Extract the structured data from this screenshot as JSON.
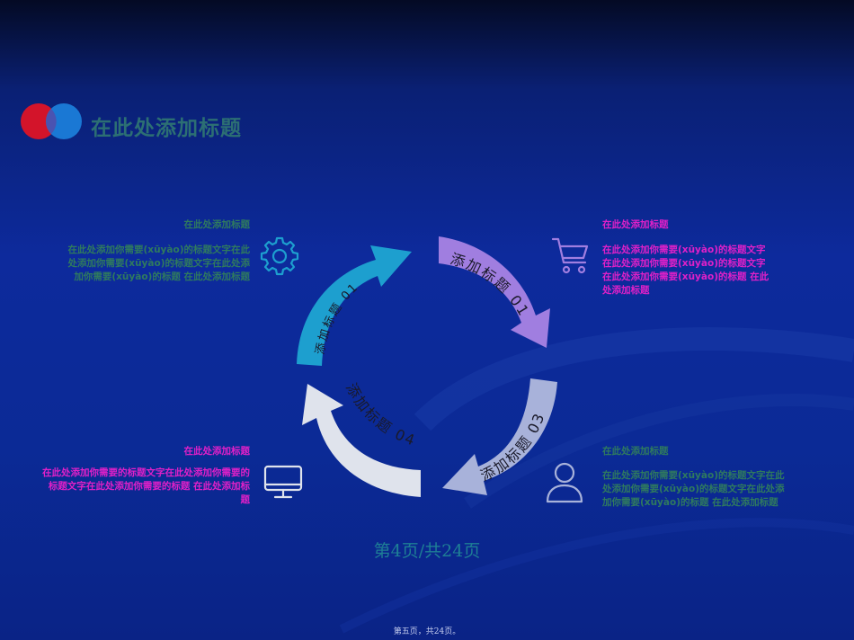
{
  "slide": {
    "title": "在此处添加标题",
    "pagination": "第4页/共24页",
    "footer": "第五页，共24页。"
  },
  "colors": {
    "accent_red": "#d3142a",
    "accent_blue": "#1a78d4",
    "segment_1": "#1d9fcf",
    "segment_2": "#a07ee0",
    "segment_3": "#a8b2da",
    "segment_4": "#dfe3ec"
  },
  "cycle": {
    "segments": [
      {
        "label": "添加标题 01"
      },
      {
        "label": "添加标题 01"
      },
      {
        "label": "添加标题 03"
      },
      {
        "label": "添加标题 04"
      }
    ]
  },
  "blocks": {
    "top_left": {
      "heading": "在此处添加标题",
      "lines": [
        "在此处添加你需要(xūyào)的标题文字在此",
        "处添加你需要(xūyào)的标题文字在此处添",
        "加你需要(xūyào)的标题 在此处添加标题"
      ],
      "icon": "gear-icon"
    },
    "top_right": {
      "heading": "在此处添加标题",
      "lines": [
        "在此处添加你需要(xūyào)的标题文字",
        "在此处添加你需要(xūyào)的标题文字",
        "在此处添加你需要(xūyào)的标题 在此",
        "处添加标题"
      ],
      "icon": "cart-icon"
    },
    "bottom_left": {
      "heading": "在此处添加标题",
      "lines": [
        "在此处添加你需要的标题文字在此处添加你需要的",
        "标题文字在此处添加你需要的标题 在此处添加标",
        "题"
      ],
      "icon": "monitor-icon"
    },
    "bottom_right": {
      "heading": "在此处添加标题",
      "lines": [
        "在此处添加你需要(xūyào)的标题文字在此",
        "处添加你需要(xūyào)的标题文字在此处添",
        "加你需要(xūyào)的标题 在此处添加标题"
      ],
      "icon": "user-icon"
    }
  }
}
